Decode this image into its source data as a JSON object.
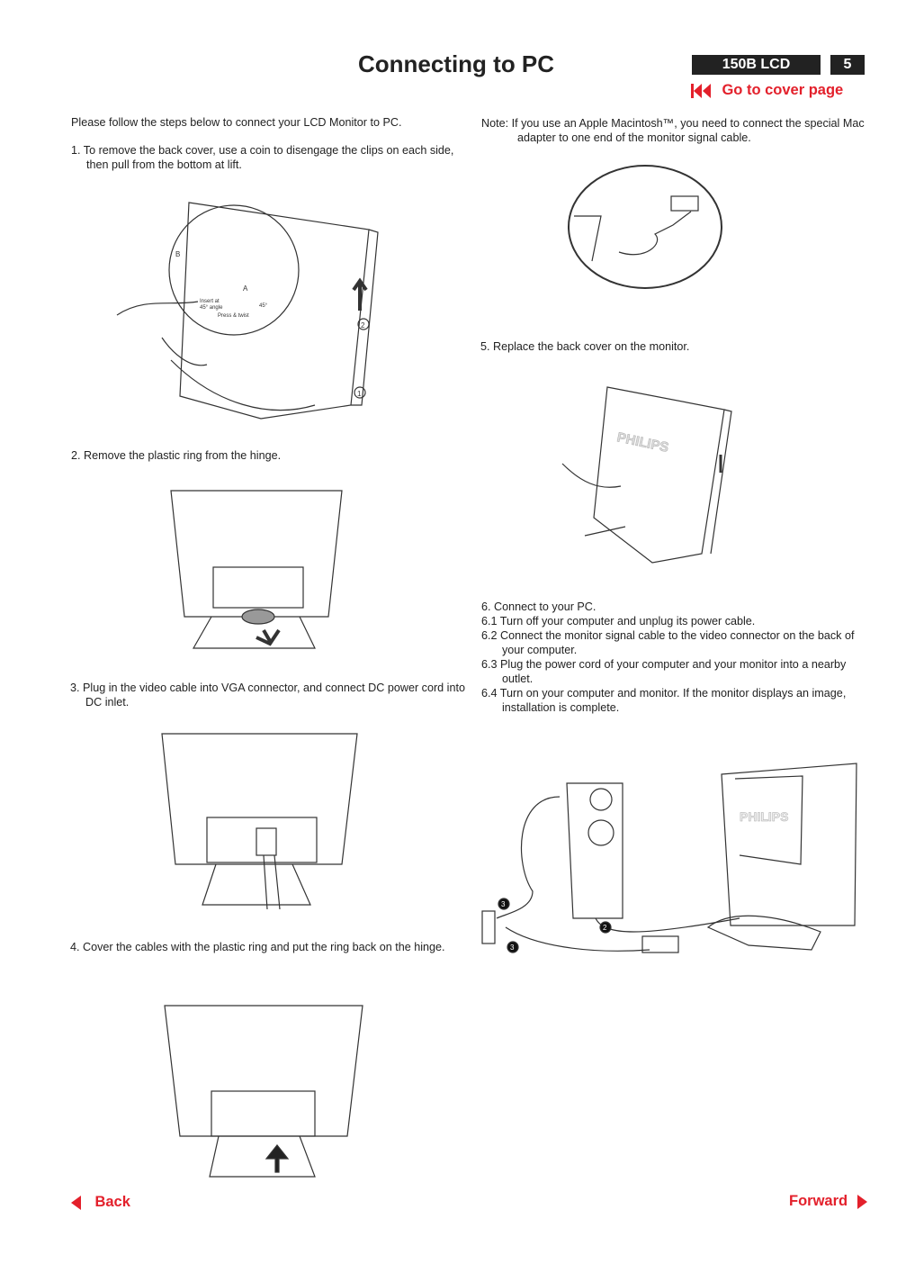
{
  "header": {
    "title": "Connecting to PC",
    "model": "150B LCD",
    "page_number": "5",
    "cover_link": "Go to cover page"
  },
  "left": {
    "intro": "Please follow the steps below to connect your LCD Monitor to PC.",
    "step1": "1.  To remove the back cover, use a coin to disengage the clips on each side, then pull from the bottom at lift.",
    "step2": "2.  Remove the plastic ring from the hinge.",
    "step3": "3.  Plug in the video cable into VGA connector, and connect DC power cord into DC inlet.",
    "step4": "4.  Cover the cables with the plastic ring and put the ring back on the hinge.",
    "fig1_labels": {
      "a": "A",
      "b": "B",
      "insert": "Insert at",
      "angle": "45° angle",
      "press": "Press & twist",
      "deg": "45°",
      "n1": "1",
      "n2": "2"
    }
  },
  "right": {
    "note": "Note:  If you use an Apple Macintosh™, you need to connect the special Mac adapter to one end of the monitor signal cable.",
    "step5": "5.  Replace the back cover on the monitor.",
    "step6": [
      "6.    Connect to your PC.",
      "6.1  Turn off your computer and unplug its power cable.",
      "6.2  Connect the monitor signal cable to the video connector on the back of your computer.",
      "6.3  Plug the power cord of your computer and your monitor into a nearby outlet.",
      "6.4  Turn on your computer and monitor. If the monitor displays an image, installation is complete."
    ],
    "fig5_brand": "PHILIPS",
    "fig6_labels": {
      "n3a": "3",
      "n3b": "3",
      "n2": "2"
    }
  },
  "footer": {
    "back": "Back",
    "forward": "Forward"
  },
  "colors": {
    "accent": "#e3202b",
    "badge": "#222222"
  }
}
